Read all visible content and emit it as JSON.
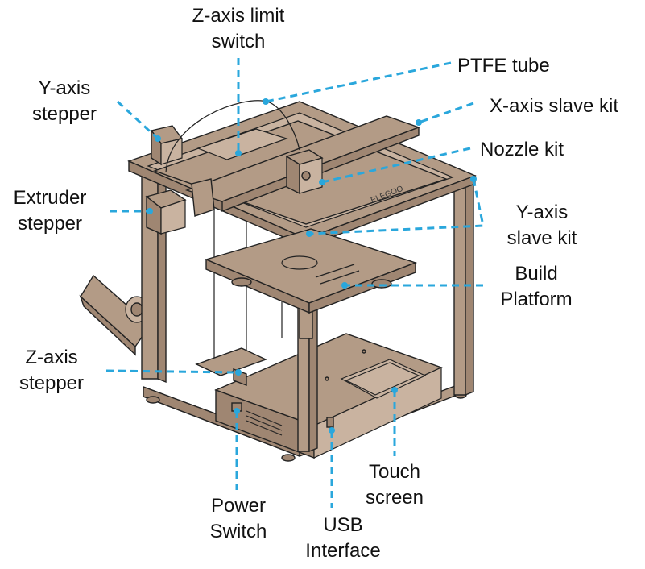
{
  "labels": {
    "z_limit_1": "Z-axis limit",
    "z_limit_2": "switch",
    "ptfe": "PTFE tube",
    "y_stepper_1": "Y-axis",
    "y_stepper_2": "stepper",
    "x_slave": "X-axis slave kit",
    "nozzle": "Nozzle kit",
    "extruder_1": "Extruder",
    "extruder_2": "stepper",
    "y_slave_1": "Y-axis",
    "y_slave_2": "slave kit",
    "build_1": "Build",
    "build_2": "Platform",
    "z_stepper_1": "Z-axis",
    "z_stepper_2": "stepper",
    "touch_1": "Touch",
    "touch_2": "screen",
    "power_1": "Power",
    "power_2": "Switch",
    "usb_1": "USB",
    "usb_2": "Interface"
  },
  "brand_text": "ELEGOO",
  "colors": {
    "leader": "#2aa7dc",
    "frame": "#b39b86",
    "outline": "#222222"
  }
}
